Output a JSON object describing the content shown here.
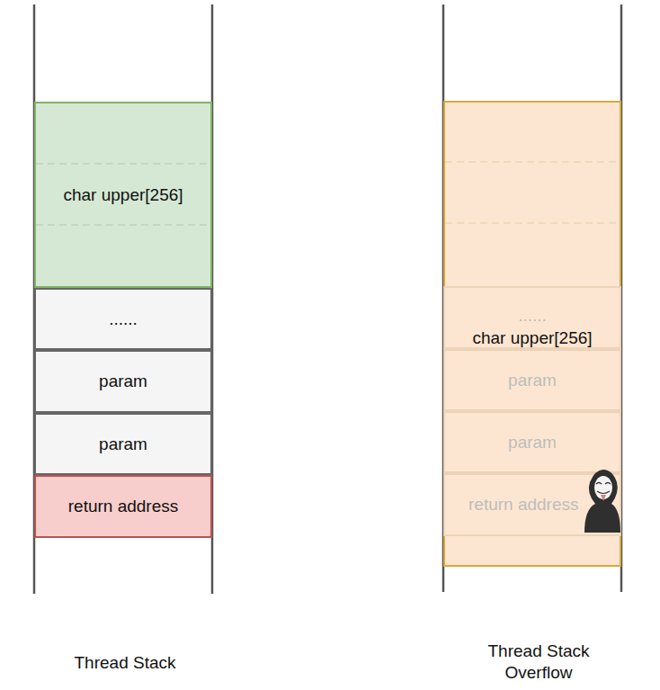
{
  "diagram": {
    "nodes": [
      {
        "text": [
          "char upper[256]"
        ]
      },
      {
        "text": [
          "......"
        ]
      },
      {
        "text": [
          "param"
        ]
      },
      {
        "text": [
          "param"
        ]
      },
      {
        "text": [
          "return address"
        ]
      },
      {
        "text": [
          "char upper[256]"
        ]
      },
      {
        "text": [
          "......"
        ],
        "in": 5
      },
      {
        "text": [
          "param"
        ],
        "in": 5
      },
      {
        "text": [
          "param"
        ],
        "in": 5
      },
      {
        "text": [
          "return address"
        ],
        "in": 5
      }
    ],
    "labels": [
      "Thread Stack",
      "Thread Stack Overflow"
    ]
  }
}
